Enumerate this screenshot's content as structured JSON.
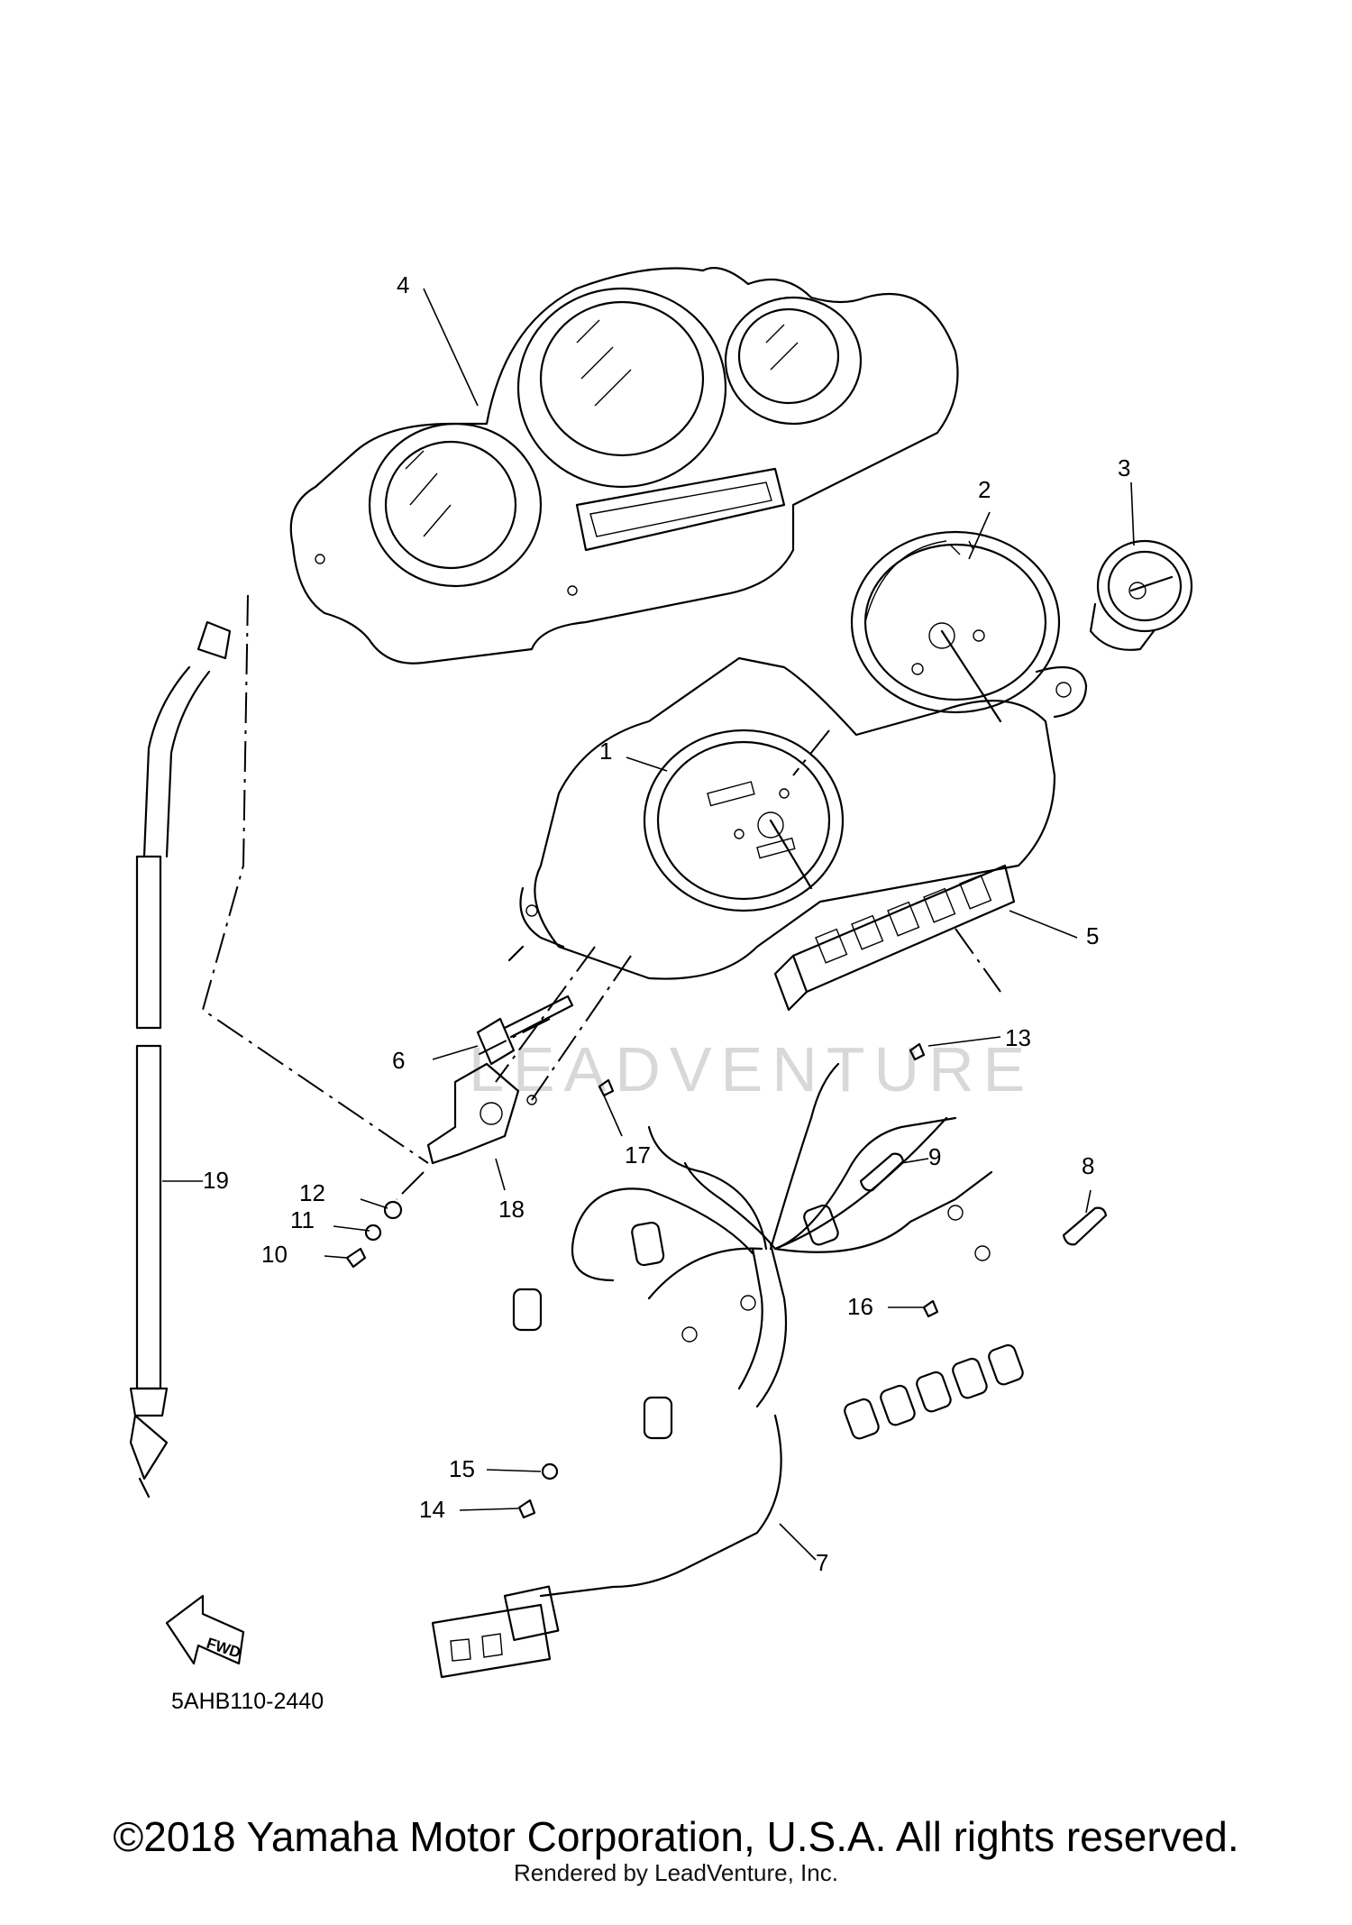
{
  "diagram": {
    "part_code": "5AHB110-2440",
    "watermark": "LEADVENTURE",
    "fwd_label": "FWD",
    "callouts": [
      "1",
      "2",
      "3",
      "4",
      "5",
      "6",
      "7",
      "8",
      "9",
      "10",
      "11",
      "12",
      "13",
      "14",
      "15",
      "16",
      "17",
      "18",
      "19"
    ]
  },
  "footer": {
    "copyright": "©2018 Yamaha Motor Corporation, U.S.A. All rights reserved.",
    "rendered_by": "Rendered by LeadVenture, Inc."
  }
}
